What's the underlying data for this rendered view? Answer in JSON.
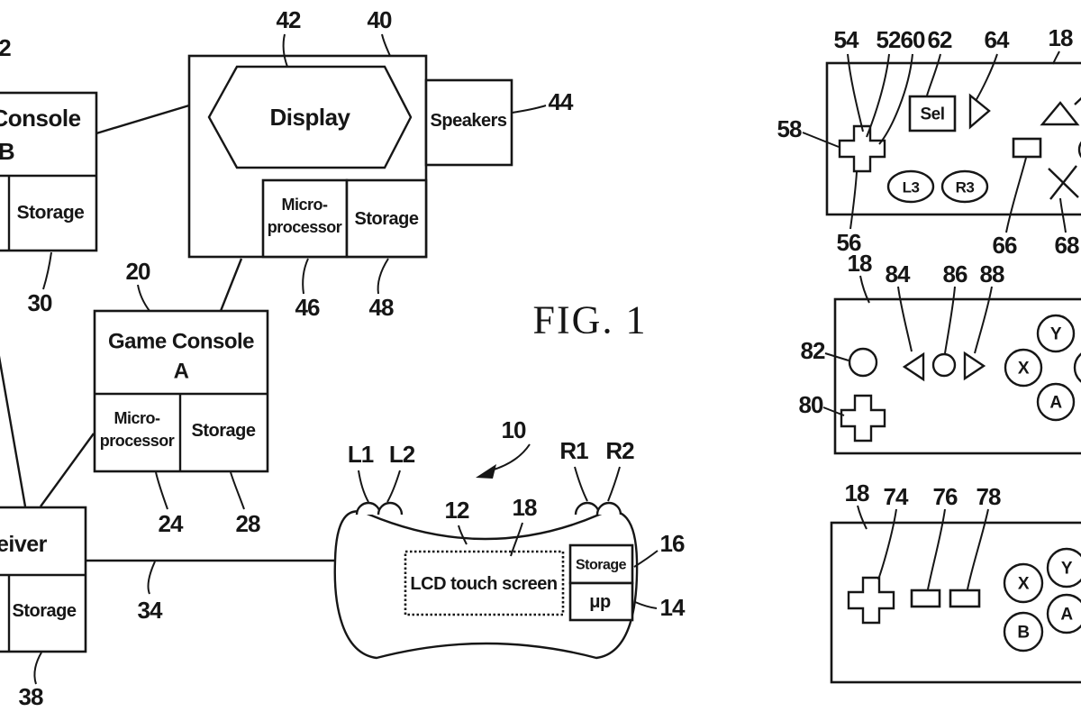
{
  "figure_label": "FIG. 1",
  "console_b": {
    "title1": "Console",
    "title2": "B",
    "storage": "Storage",
    "ref_edge": "2",
    "ref_storage": "30"
  },
  "display_unit": {
    "ref": "40",
    "display_label": "Display",
    "display_ref": "42",
    "speakers_label": "Speakers",
    "speakers_ref": "44",
    "micro1": "Micro-",
    "micro2": "processor",
    "micro_ref": "46",
    "storage_label": "Storage",
    "storage_ref": "48"
  },
  "console_a": {
    "title1": "Game Console",
    "title2": "A",
    "ref": "20",
    "micro1": "Micro-",
    "micro2": "processor",
    "micro_ref": "24",
    "storage_label": "Storage",
    "storage_ref": "28"
  },
  "receiver": {
    "title_partial": "eiver",
    "storage": "Storage",
    "ref": "38",
    "link_ref": "34"
  },
  "controller": {
    "ref": "10",
    "body_ref": "12",
    "l1": "L1",
    "l2": "L2",
    "r1": "R1",
    "r2": "R2",
    "screen_label": "LCD touch screen",
    "screen_ref": "18",
    "storage_label": "Storage",
    "storage_ref": "16",
    "micro_label": "μp",
    "micro_ref": "14"
  },
  "panel_top": {
    "ref18": "18",
    "ref54": "54",
    "ref52": "52",
    "ref60": "60",
    "ref62": "62",
    "ref64": "64",
    "ref58": "58",
    "ref56": "56",
    "ref66": "66",
    "ref68": "68",
    "select_label": "Sel",
    "l3": "L3",
    "r3": "R3"
  },
  "panel_mid": {
    "ref18": "18",
    "ref82": "82",
    "ref84": "84",
    "ref86": "86",
    "ref88": "88",
    "ref80": "80",
    "btn_x": "X",
    "btn_y": "Y",
    "btn_a": "A"
  },
  "panel_bottom": {
    "ref18": "18",
    "ref74": "74",
    "ref76": "76",
    "ref78": "78",
    "btn_x": "X",
    "btn_y": "Y",
    "btn_a": "A",
    "btn_b": "B"
  }
}
